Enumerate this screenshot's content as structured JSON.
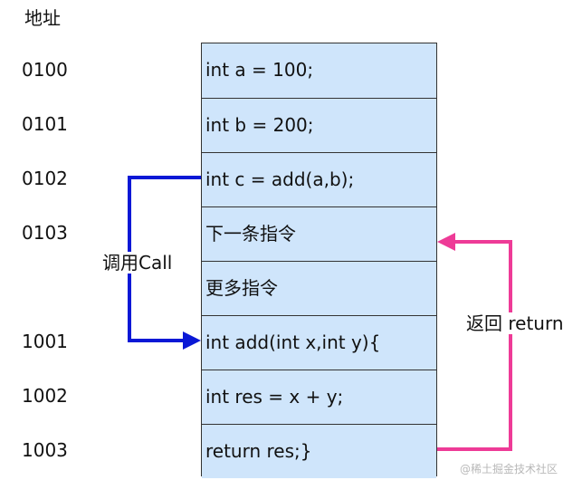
{
  "header": {
    "title": "地址"
  },
  "rows": [
    {
      "address": "0100",
      "code": "int a = 100;"
    },
    {
      "address": "0101",
      "code": "int b = 200;"
    },
    {
      "address": "0102",
      "code": "int c = add(a,b);"
    },
    {
      "address": "0103",
      "code": "下一条指令"
    },
    {
      "address": "",
      "code": "更多指令"
    },
    {
      "address": "1001",
      "code": "int add(int x,int y){"
    },
    {
      "address": "1002",
      "code": "int res = x + y;"
    },
    {
      "address": "1003",
      "code": "return res;}"
    }
  ],
  "arrows": {
    "call_label": "调用Call",
    "return_label": "返回 return",
    "call_color": "#0a18d6",
    "return_color": "#ee3b97"
  },
  "watermark": "@稀土掘金技术社区"
}
